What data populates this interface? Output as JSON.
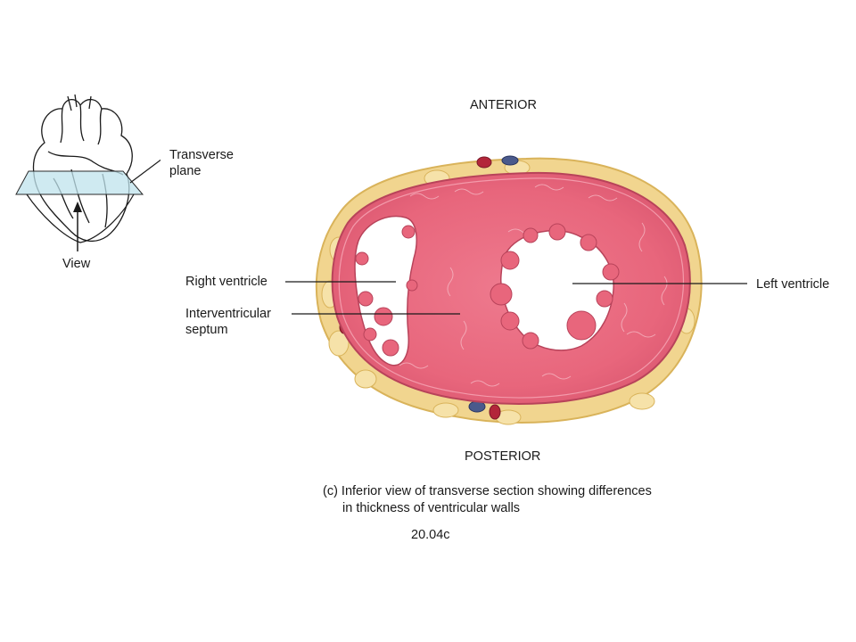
{
  "orientation": {
    "top": "ANTERIOR",
    "bottom": "POSTERIOR"
  },
  "inset": {
    "plane_label_line1": "Transverse",
    "plane_label_line2": "plane",
    "view_label": "View"
  },
  "labels": {
    "right_ventricle": "Right ventricle",
    "interventricular_line1": "Interventricular",
    "interventricular_line2": "septum",
    "left_ventricle": "Left ventricle"
  },
  "caption": {
    "line1": "(c) Inferior view of transverse section showing differences",
    "line2": "in thickness of ventricular walls",
    "figure_number": "20.04c"
  },
  "colors": {
    "myocardium": "#e8667c",
    "myocardium_dark": "#c84a62",
    "endocardium": "#f7a9b8",
    "fat": "#f1d58f",
    "fat_dark": "#d9b35a",
    "plane": "#bfe3ec"
  }
}
